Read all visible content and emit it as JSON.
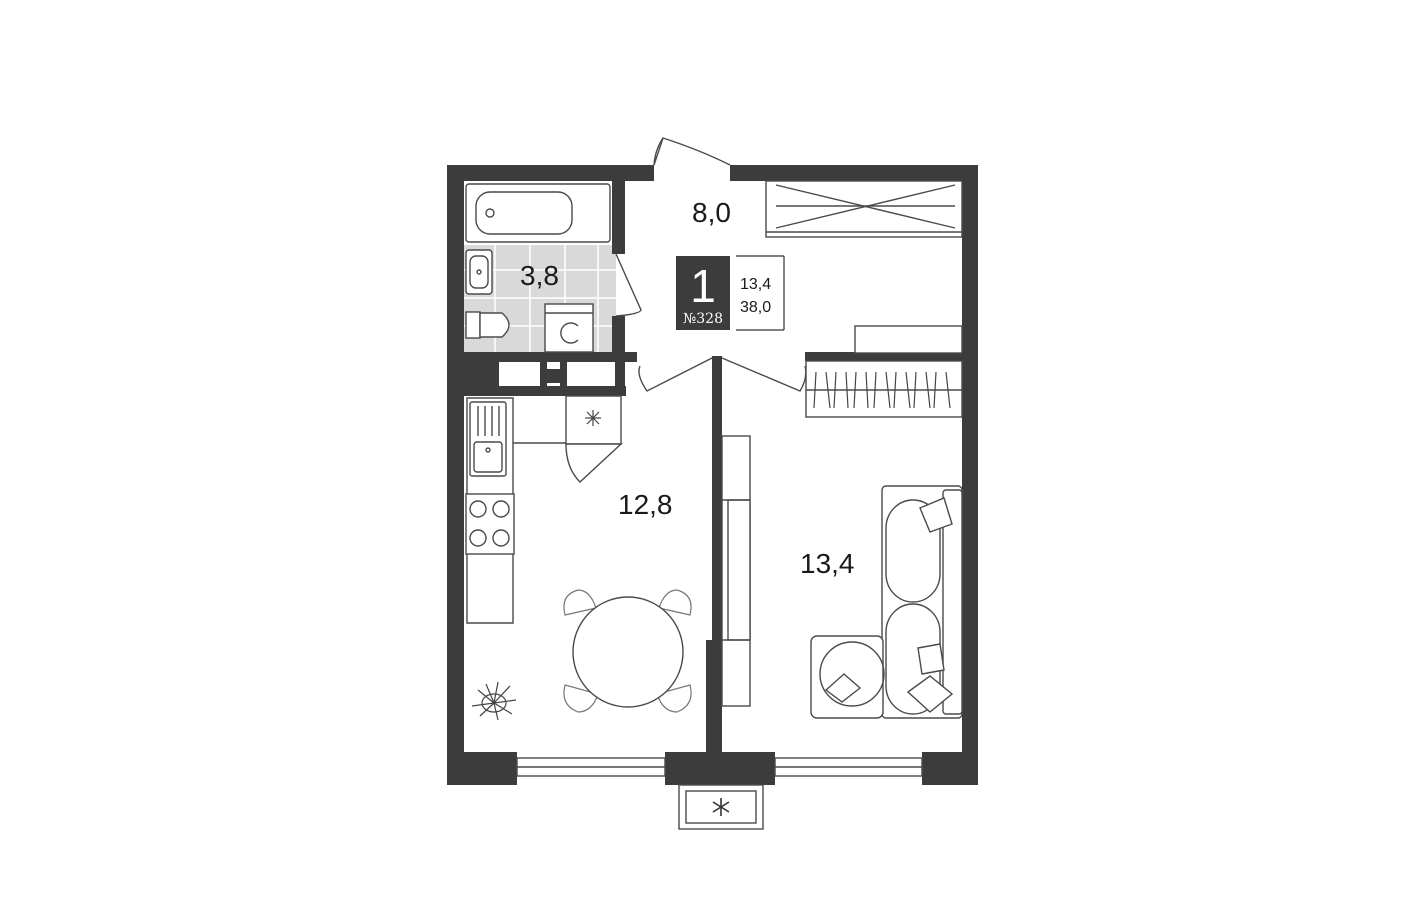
{
  "rooms": {
    "hall": {
      "area": "8,0"
    },
    "bathroom": {
      "area": "3,8"
    },
    "kitchen": {
      "area": "12,8"
    },
    "living": {
      "area": "13,4"
    }
  },
  "badge": {
    "rooms_count": "1",
    "unit_number": "№328",
    "living_area": "13,4",
    "total_area": "38,0"
  },
  "colors": {
    "wall": "#3c3c3c",
    "bathroom_tile": "#d9d9d9",
    "badge_bg": "#3c3c3c"
  },
  "icons": [
    "bathtub-icon",
    "sink-icon",
    "toilet-icon",
    "washing-machine-icon",
    "fridge-icon",
    "stove-icon",
    "plant-icon",
    "sofa-icon",
    "dining-table-icon",
    "wardrobe-icon",
    "air-conditioner-icon"
  ]
}
